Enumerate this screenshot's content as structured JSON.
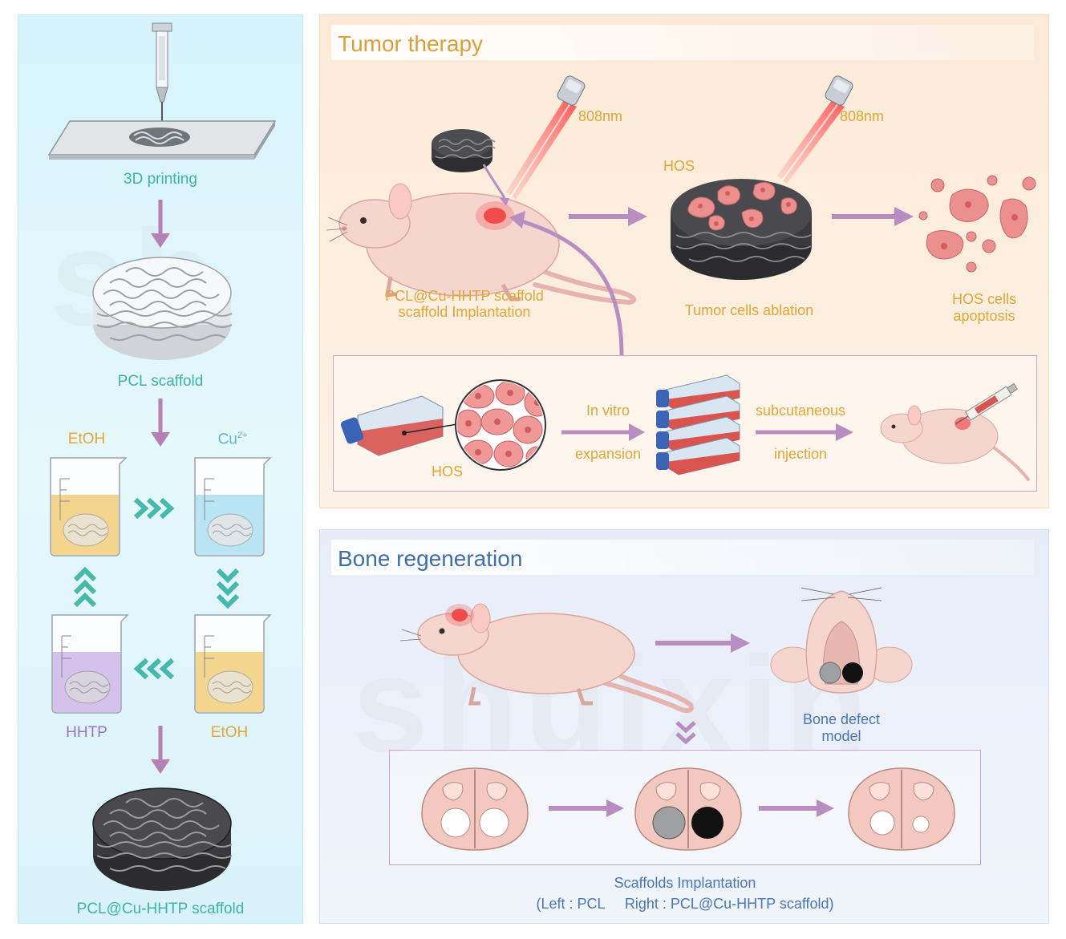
{
  "left": {
    "step1_label": "3D printing",
    "step2_label": "PCL scaffold",
    "beaker_labels": {
      "top_left": "EtOH",
      "top_right": "Cu2+",
      "bottom_left": "HHTP",
      "bottom_right": "EtOH"
    },
    "final_label": "PCL@Cu-HHTP scaffold"
  },
  "tumor": {
    "title": "Tumor therapy",
    "laser1_label": "808nm",
    "laser2_label": "808nm",
    "scaffold_implant_label_line1": "PCL@Cu-HHTP scaffold",
    "scaffold_implant_label_line2": "scaffold Implantation",
    "hos_label_top": "HOS",
    "ablation_label": "Tumor cells ablation",
    "apoptosis_label_line1": "HOS cells",
    "apoptosis_label_line2": "apoptosis",
    "sub": {
      "hos_label": "HOS",
      "in_vitro_line1": "In vitro",
      "in_vitro_line2": "expansion",
      "subcut_line1": "subcutaneous",
      "subcut_line2": "injection"
    }
  },
  "bone": {
    "title": "Bone regeneration",
    "defect_label_line1": "Bone defect",
    "defect_label_line2": "model",
    "implant_label": "Scaffolds Implantation",
    "implant_sub_label": "(Left : PCL     Right : PCL@Cu-HHTP scaffold)"
  },
  "colors": {
    "title_tumor": "#d9a13a",
    "title_bone": "#3f6fa8",
    "arrow": "#b88ec2",
    "teal_arrow": "#46b8ad"
  }
}
